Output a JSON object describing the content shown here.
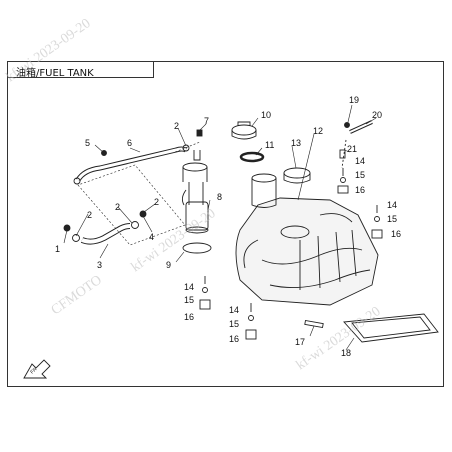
{
  "title": "油箱/FUEL TANK",
  "watermark_brand": "CFMOTO",
  "watermark_code": "kf-wi 2023-09-20",
  "front_arrow_label": "FR",
  "callouts": [
    "1",
    "2",
    "3",
    "4",
    "5",
    "6",
    "7",
    "8",
    "9",
    "10",
    "11",
    "12",
    "13",
    "14",
    "15",
    "16",
    "17",
    "18",
    "19",
    "20",
    "21"
  ]
}
